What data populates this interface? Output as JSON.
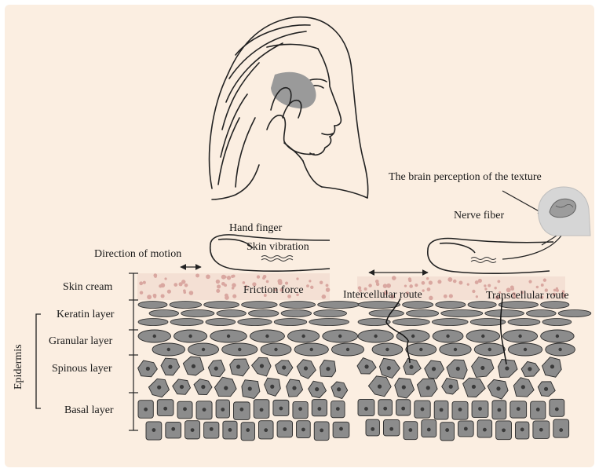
{
  "labels": {
    "hand_finger": "Hand finger",
    "direction_of_motion": "Direction of motion",
    "skin_vibration": "Skin vibration",
    "friction_force": "Friction force",
    "brain_perception": "The brain perception of the texture",
    "nerve_fiber": "Nerve fiber",
    "intercellular_route": "Intercellular route",
    "transcellular_route": "Transcellular route"
  },
  "layers": {
    "skin_cream": "Skin cream",
    "keratin": "Keratin layer",
    "granular": "Granular layer",
    "spinous": "Spinous layer",
    "basal": "Basal layer",
    "epidermis": "Epidermis"
  },
  "colors": {
    "background": "#fbeee1",
    "cell_fill": "#8c8c8c",
    "cell_stroke": "#2a2a2a",
    "nucleus": "#3a3a3a",
    "cream_dots": "#d9a7a0",
    "cheek_patch": "#9a9a9a"
  },
  "icons": [
    "face-illustration",
    "finger-icon",
    "brain-head-icon",
    "vibration-wave-icon",
    "arrow-icon"
  ]
}
